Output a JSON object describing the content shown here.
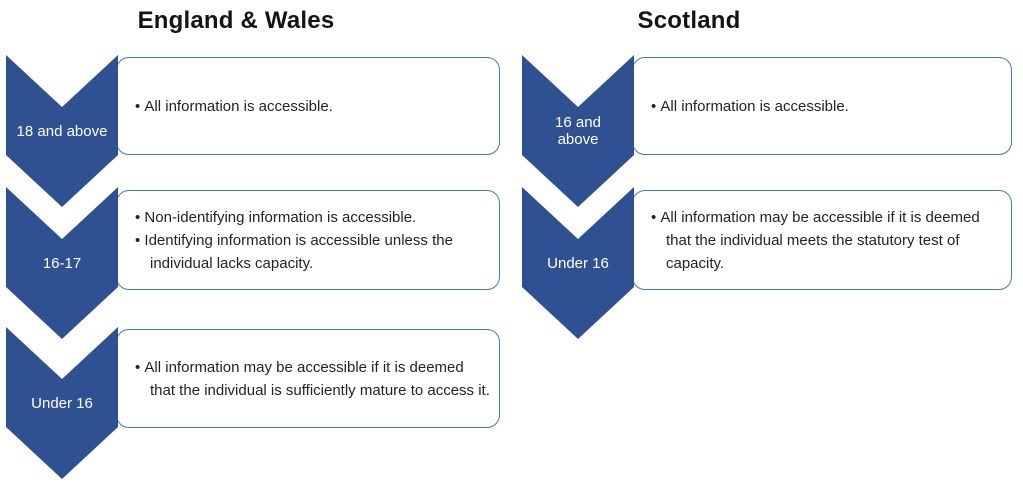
{
  "colors": {
    "chevron": "#2f5191",
    "boxBorder": "#4a74bc",
    "text": "#232323",
    "labelText": "#ffffff"
  },
  "columns": [
    {
      "title": "England & Wales",
      "rows": [
        {
          "label": "18 and above",
          "bullets": [
            "All information is accessible."
          ]
        },
        {
          "label": "16-17",
          "bullets": [
            "Non-identifying information is accessible.",
            "Identifying information is accessible unless the individual lacks capacity."
          ]
        },
        {
          "label": "Under 16",
          "bullets": [
            "All information may be accessible if it is deemed that the individual is sufficiently mature to access it."
          ]
        }
      ]
    },
    {
      "title": "Scotland",
      "rows": [
        {
          "label": "16 and above",
          "bullets": [
            "All information is accessible."
          ]
        },
        {
          "label": "Under 16",
          "bullets": [
            "All information may be accessible if it is deemed that the individual meets the statutory test of capacity."
          ]
        }
      ]
    }
  ]
}
